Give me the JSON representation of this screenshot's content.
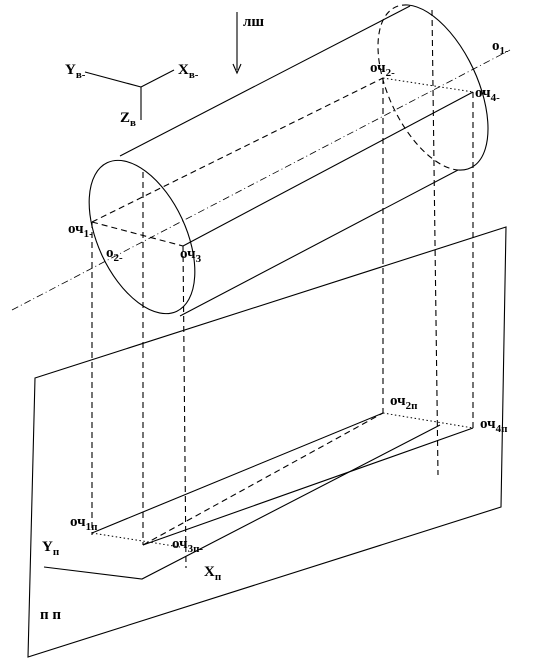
{
  "labels": {
    "view_dir": {
      "main": "лш",
      "sub": ""
    },
    "y_axis": {
      "main": "Y",
      "sub": "в-"
    },
    "x_axis": {
      "main": "X",
      "sub": "в-"
    },
    "z_axis": {
      "main": "Z",
      "sub": "в"
    },
    "o1": {
      "main": "о",
      "sub": "1-"
    },
    "o2": {
      "main": "о",
      "sub": "2-"
    },
    "p1": {
      "main": "оч",
      "sub": "1-"
    },
    "p2": {
      "main": "оч",
      "sub": "2-"
    },
    "p3": {
      "main": "оч",
      "sub": "3"
    },
    "p4": {
      "main": "оч",
      "sub": "4-"
    },
    "p1p": {
      "main": "оч",
      "sub": "1п"
    },
    "p2p": {
      "main": "оч",
      "sub": "2п"
    },
    "p3p": {
      "main": "оч",
      "sub": "3п-"
    },
    "p4p": {
      "main": "оч",
      "sub": "4п"
    },
    "yp": {
      "main": "Y",
      "sub": "п"
    },
    "xp": {
      "main": "X",
      "sub": "п"
    },
    "plane": {
      "main": "п п",
      "sub": ""
    }
  }
}
